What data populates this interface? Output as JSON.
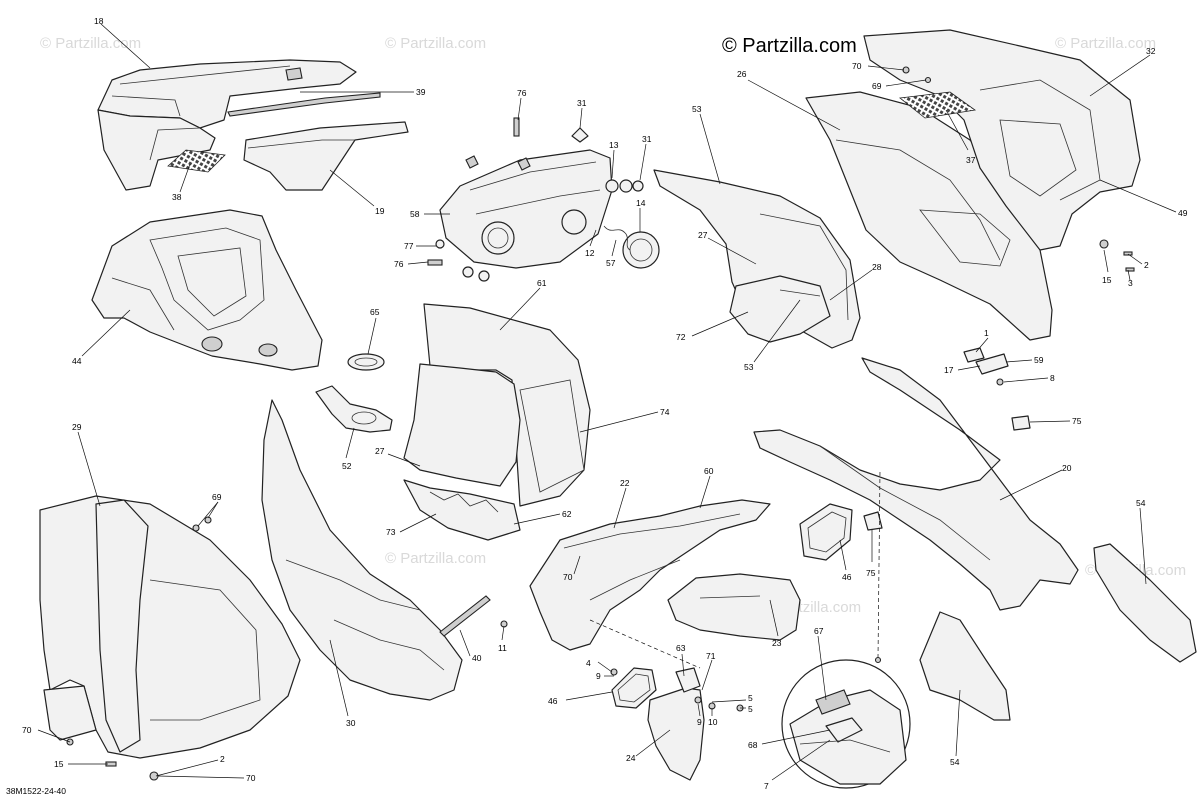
{
  "brand_label": "© Partzilla.com",
  "watermark_text": "© Partzilla.com",
  "diagram_code": "38M1522-24-40",
  "callouts": {
    "c18": "18",
    "c39": "39",
    "c38": "38",
    "c19": "19",
    "c76a": "76",
    "c31a": "31",
    "c13": "13",
    "c31b": "31",
    "c14": "14",
    "c58": "58",
    "c77": "77",
    "c76b": "76",
    "c12": "12",
    "c57": "57",
    "c53a": "53",
    "c27a": "27",
    "c72": "72",
    "c53b": "53",
    "c28": "28",
    "c70a": "70",
    "c69a": "69",
    "c26": "26",
    "c32": "32",
    "c37": "37",
    "c49": "49",
    "c2a": "2",
    "c15a": "15",
    "c3": "3",
    "c44": "44",
    "c65": "65",
    "c52": "52",
    "c61": "61",
    "c74": "74",
    "c27b": "27",
    "c73": "73",
    "c62": "62",
    "c1": "1",
    "c17": "17",
    "c59": "59",
    "c8": "8",
    "c75a": "75",
    "c20": "20",
    "c54a": "54",
    "c29": "29",
    "c69b": "69",
    "c70b": "70",
    "c15b": "15",
    "c2b": "2",
    "c70c": "70",
    "c30": "30",
    "c40": "40",
    "c11": "11",
    "c22": "22",
    "c60": "60",
    "c70d": "70",
    "c46a": "46",
    "c75b": "75",
    "c23": "23",
    "c4": "4",
    "c9a": "9",
    "c63": "63",
    "c71": "71",
    "c46b": "46",
    "c5a": "5",
    "c9b": "9",
    "c10": "10",
    "c5b": "5",
    "c24": "24",
    "c67": "67",
    "c68": "68",
    "c7": "7",
    "c54b": "54"
  }
}
